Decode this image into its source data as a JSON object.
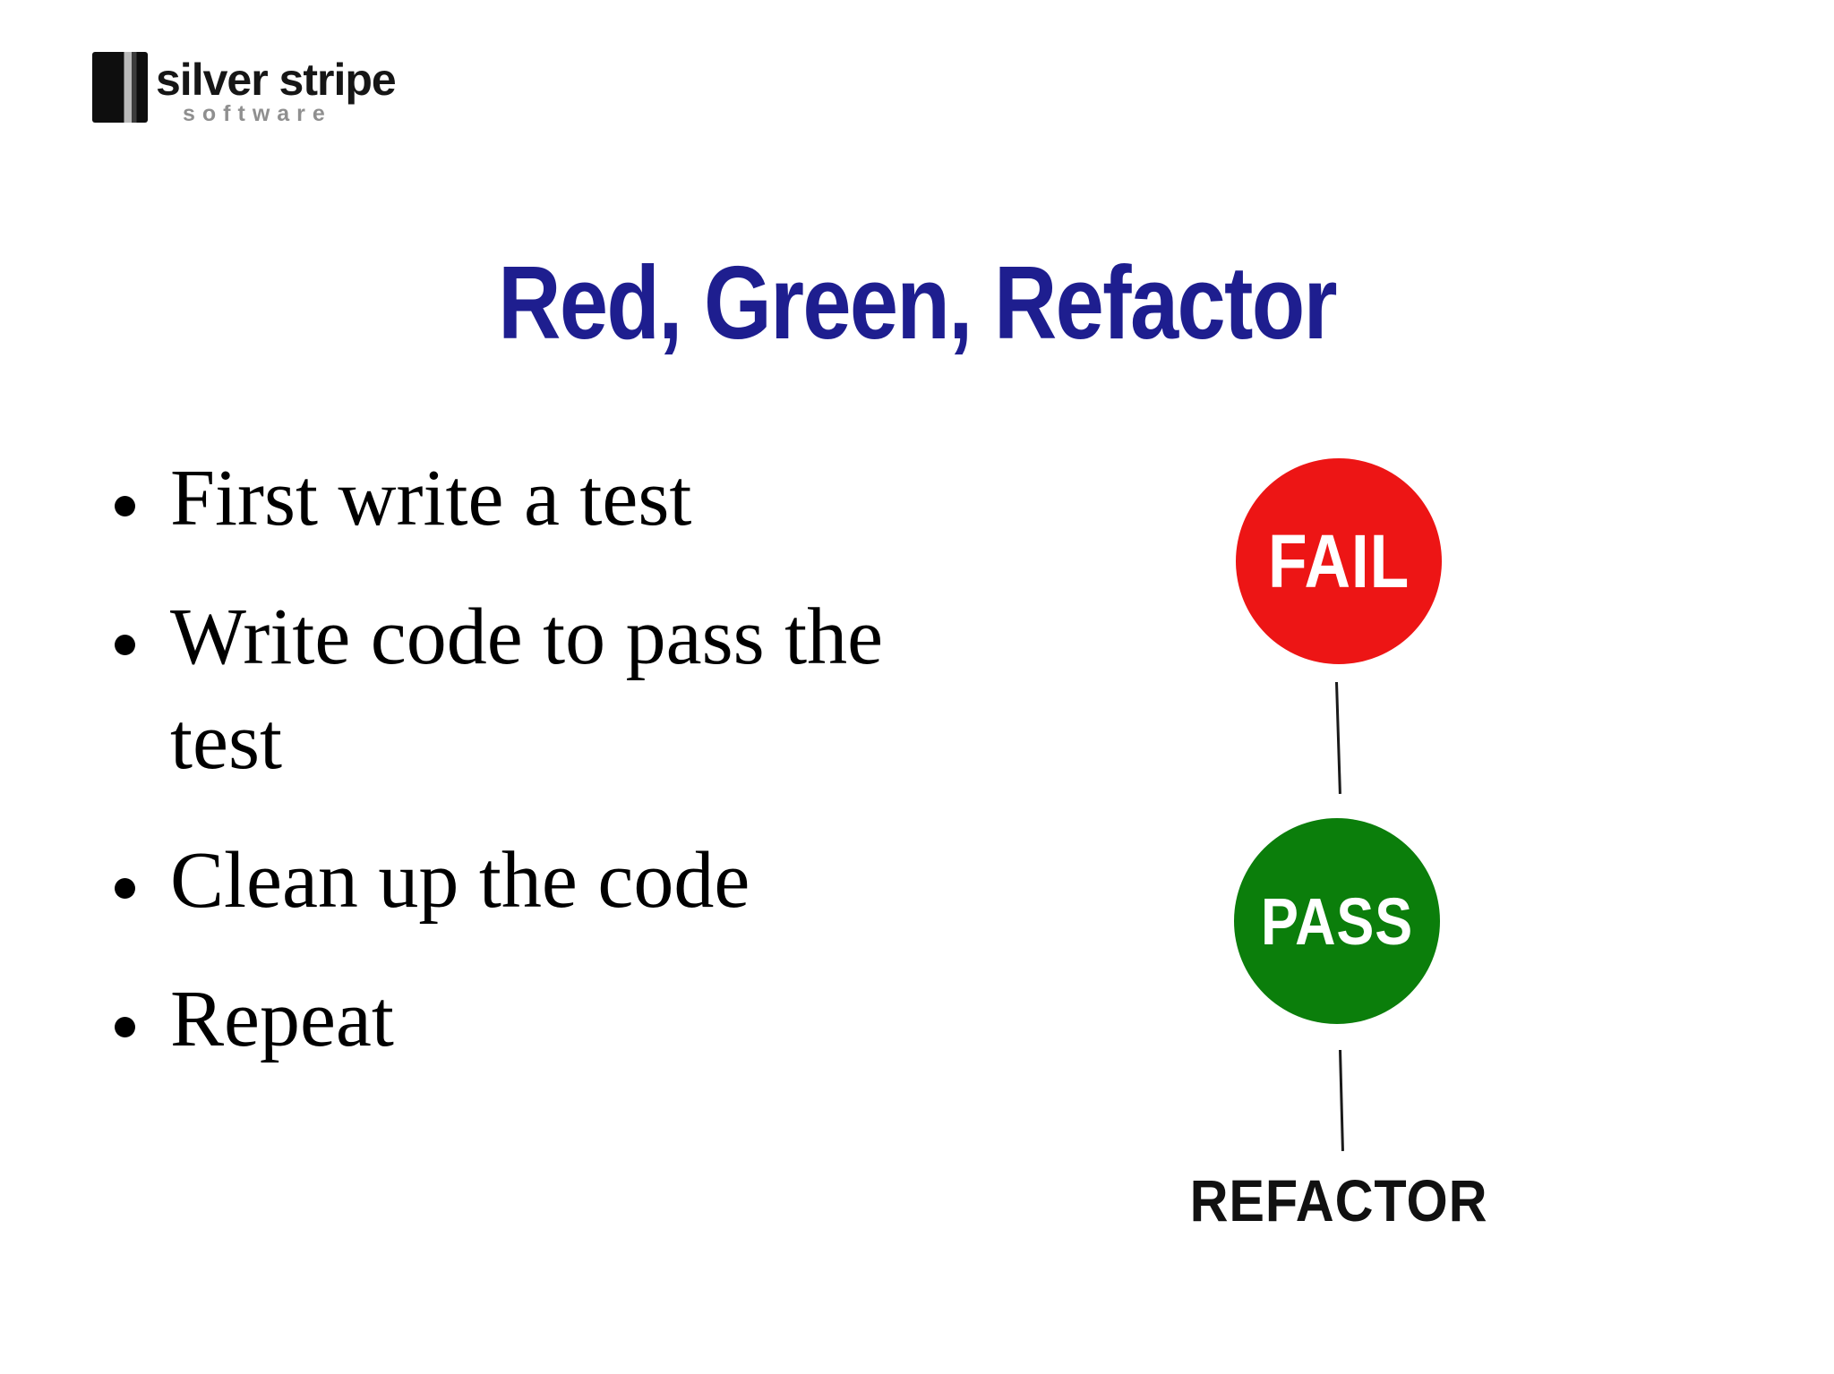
{
  "logo": {
    "name": "silver stripe",
    "subtitle": "software"
  },
  "slide": {
    "title": "Red, Green, Refactor",
    "bullets": [
      "First write a test",
      "Write code to pass the test",
      "Clean up the code",
      "Repeat"
    ]
  },
  "diagram": {
    "nodes": [
      {
        "id": "fail",
        "label": "FAIL",
        "color": "#ed1515"
      },
      {
        "id": "pass",
        "label": "PASS",
        "color": "#0b7e0b"
      }
    ],
    "caption": "REFACTOR",
    "connector_color": "#1a1a1a"
  },
  "colors": {
    "title": "#1e1e8f",
    "body_text": "#000000",
    "background": "#ffffff",
    "logo_subtitle": "#8f8f8f"
  }
}
